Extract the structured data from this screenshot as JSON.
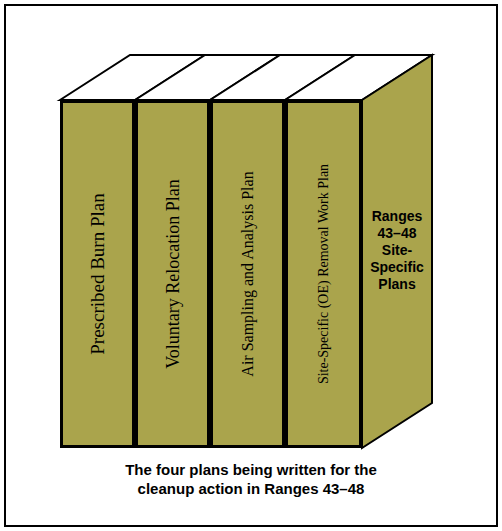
{
  "diagram": {
    "caption": "The four plans being written for the cleanup action in Ranges 43–48",
    "nodes": [
      {
        "text": [
          "Prescribed Burn Plan"
        ]
      },
      {
        "text": [
          "Voluntary Relocation Plan"
        ]
      },
      {
        "text": [
          "Air Sampling and Analysis Plan"
        ]
      },
      {
        "text": [
          "Site-Specific (OE) Removal Work Plan"
        ]
      },
      {
        "text": [
          "Ranges 43–48 Site-Specific Plans"
        ]
      }
    ]
  }
}
